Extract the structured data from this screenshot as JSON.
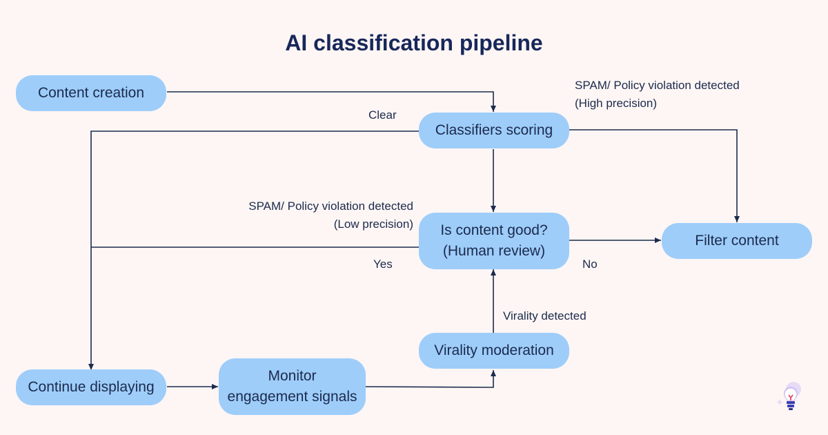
{
  "title": "AI classification pipeline",
  "nodes": {
    "content_creation": "Content creation",
    "classifiers_scoring": "Classifiers scoring",
    "human_review": "Is content good?\n(Human review)",
    "filter_content": "Filter content",
    "continue_displaying": "Continue displaying",
    "monitor_engagement": "Monitor\nengagement signals",
    "virality_moderation": "Virality moderation"
  },
  "edge_labels": {
    "clear": "Clear",
    "high_precision": "SPAM/ Policy violation detected\n(High precision)",
    "low_precision_line1": "SPAM/ Policy violation  detected",
    "low_precision_line2": "(Low precision)",
    "yes": "Yes",
    "no": "No",
    "virality_detected": "Virality detected"
  },
  "colors": {
    "node_fill": "#9ecdfa",
    "line": "#1c2a4d",
    "background": "#fdf6f4"
  }
}
